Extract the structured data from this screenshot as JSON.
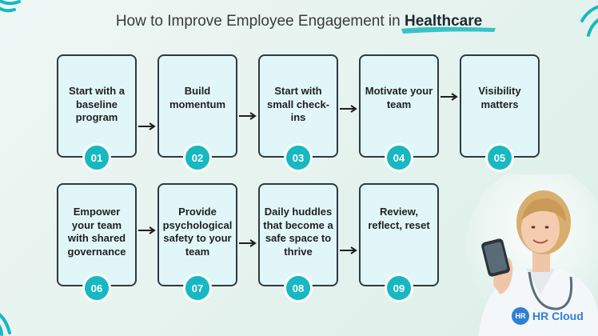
{
  "title": {
    "prefix": "How to Improve Employee Engagement in",
    "highlight": "Healthcare"
  },
  "steps": [
    {
      "number": "01",
      "text": "Start with a baseline program"
    },
    {
      "number": "02",
      "text": "Build momentum"
    },
    {
      "number": "03",
      "text": "Start with small check-ins"
    },
    {
      "number": "04",
      "text": "Motivate your team"
    },
    {
      "number": "05",
      "text": "Visibility matters"
    },
    {
      "number": "06",
      "text": "Empower your team with shared governance"
    },
    {
      "number": "07",
      "text": "Provide psychological safety to your team"
    },
    {
      "number": "08",
      "text": "Daily huddles that become a safe space to thrive"
    },
    {
      "number": "09",
      "text": "Review, reflect, reset"
    }
  ],
  "logo": {
    "mark": "HR",
    "text": "HR Cloud"
  },
  "colors": {
    "accent": "#17b8c1",
    "card": "#e1f6f8",
    "border": "#2f3a3f",
    "logo": "#2f7fd6"
  }
}
